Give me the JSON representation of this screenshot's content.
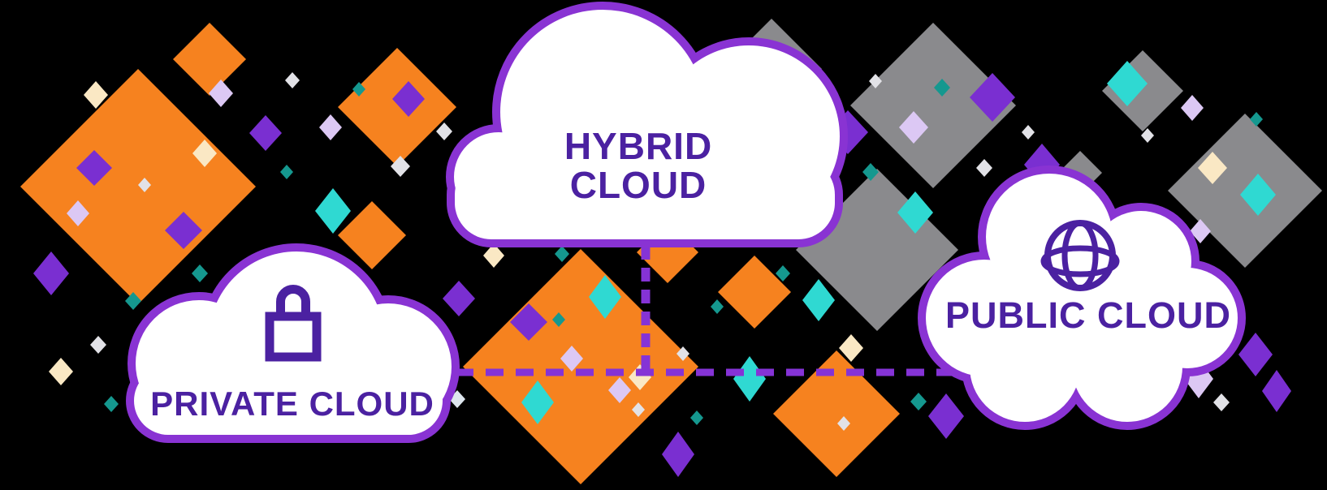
{
  "diagram": {
    "hybrid": {
      "label_line1": "HYBRID",
      "label_line2": "CLOUD"
    },
    "private": {
      "label": "PRIVATE CLOUD",
      "icon": "lock-icon"
    },
    "public": {
      "label": "PUBLIC CLOUD",
      "icon": "globe-icon"
    }
  },
  "colors": {
    "background": "#000000",
    "border_purple": "#8933D3",
    "dash_purple": "#8533D6",
    "text_purple": "#4B21A1",
    "orange": "#F6821F",
    "purple": "#7A2FD1",
    "turquoise": "#2FD9D2",
    "teal": "#15988F",
    "gray": "#8A8A8D",
    "lightgray": "#E2E2E7",
    "lavender": "#DCC8F4",
    "cream": "#FAE8C4",
    "palecyan": "#D7F4F1",
    "palelavender": "#E9DFF8",
    "faintwhite": "#F8F5FF",
    "faintwarm": "#FDFAF3",
    "paleblue": "#DEE6EE"
  },
  "diamonds": {
    "background": [
      [
        950,
        85,
        62,
        62,
        "gray"
      ],
      [
        1149,
        130,
        102,
        102,
        "gray"
      ],
      [
        1080,
        308,
        100,
        100,
        "gray"
      ],
      [
        1407,
        112,
        50,
        50,
        "gray"
      ],
      [
        1533,
        235,
        95,
        95,
        "gray"
      ],
      [
        1330,
        213,
        27,
        27,
        "gray"
      ],
      [
        170,
        230,
        145,
        145,
        "orange"
      ],
      [
        258,
        73,
        45,
        45,
        "orange"
      ],
      [
        489,
        132,
        73,
        73,
        "orange"
      ],
      [
        458,
        290,
        42,
        42,
        "orange"
      ],
      [
        715,
        452,
        145,
        145,
        "orange"
      ],
      [
        822,
        311,
        38,
        38,
        "orange"
      ],
      [
        929,
        360,
        45,
        45,
        "orange"
      ],
      [
        1030,
        510,
        78,
        78,
        "orange"
      ],
      [
        116,
        207,
        22,
        22,
        "purple"
      ],
      [
        226,
        284,
        23,
        23,
        "purple"
      ],
      [
        96,
        263,
        14,
        16,
        "lavender"
      ],
      [
        178,
        228,
        8,
        9,
        "lightgray"
      ],
      [
        252,
        189,
        15,
        17,
        "cream"
      ],
      [
        118,
        117,
        15,
        17,
        "cream"
      ],
      [
        63,
        337,
        22,
        27,
        "purple"
      ],
      [
        164,
        371,
        10,
        11,
        "teal"
      ],
      [
        246,
        337,
        10,
        11,
        "teal"
      ],
      [
        121,
        425,
        10,
        11,
        "lightgray"
      ],
      [
        75,
        458,
        15,
        17,
        "cream"
      ],
      [
        137,
        498,
        9,
        10,
        "teal"
      ],
      [
        272,
        115,
        15,
        17,
        "lavender"
      ],
      [
        360,
        99,
        9,
        10,
        "lightgray"
      ],
      [
        327,
        164,
        20,
        22,
        "purple"
      ],
      [
        407,
        157,
        14,
        16,
        "lavender"
      ],
      [
        442,
        110,
        8,
        9,
        "teal"
      ],
      [
        353,
        212,
        8,
        9,
        "teal"
      ],
      [
        410,
        260,
        22,
        28,
        "turquoise"
      ],
      [
        547,
        162,
        10,
        11,
        "lightgray"
      ],
      [
        493,
        205,
        12,
        13,
        "lightgray"
      ],
      [
        503,
        122,
        20,
        22,
        "purple"
      ],
      [
        565,
        368,
        20,
        22,
        "purple"
      ],
      [
        608,
        315,
        13,
        15,
        "cream"
      ],
      [
        692,
        313,
        9,
        10,
        "teal"
      ],
      [
        563,
        492,
        10,
        11,
        "paleblue"
      ],
      [
        745,
        366,
        20,
        27,
        "turquoise"
      ],
      [
        651,
        397,
        23,
        23,
        "purple"
      ],
      [
        688,
        394,
        8,
        9,
        "teal"
      ],
      [
        704,
        442,
        14,
        16,
        "lavender"
      ],
      [
        662,
        496,
        20,
        27,
        "turquoise"
      ],
      [
        763,
        481,
        14,
        16,
        "lavender"
      ],
      [
        788,
        465,
        14,
        16,
        "cream"
      ],
      [
        786,
        505,
        8,
        9,
        "lightgray"
      ],
      [
        841,
        436,
        8,
        9,
        "lightgray"
      ],
      [
        835,
        560,
        20,
        28,
        "purple"
      ],
      [
        883,
        378,
        8,
        9,
        "teal"
      ],
      [
        964,
        337,
        9,
        10,
        "teal"
      ],
      [
        1008,
        370,
        20,
        26,
        "turquoise"
      ],
      [
        858,
        515,
        8,
        9,
        "teal"
      ],
      [
        923,
        467,
        20,
        28,
        "turquoise"
      ],
      [
        989,
        115,
        14,
        16,
        "lavender"
      ],
      [
        1078,
        100,
        8,
        9,
        "lightgray"
      ],
      [
        1160,
        108,
        10,
        11,
        "teal"
      ],
      [
        1125,
        157,
        18,
        20,
        "lavender"
      ],
      [
        1222,
        120,
        28,
        30,
        "purple"
      ],
      [
        1212,
        207,
        10,
        11,
        "lightgray"
      ],
      [
        1072,
        212,
        10,
        11,
        "teal"
      ],
      [
        1127,
        262,
        22,
        26,
        "turquoise"
      ],
      [
        1044,
        163,
        25,
        27,
        "purple"
      ],
      [
        1048,
        429,
        15,
        17,
        "cream"
      ],
      [
        1039,
        522,
        8,
        9,
        "lightgray"
      ],
      [
        1388,
        103,
        25,
        28,
        "turquoise"
      ],
      [
        1468,
        133,
        14,
        16,
        "lavender"
      ],
      [
        1547,
        147,
        8,
        9,
        "teal"
      ],
      [
        1266,
        163,
        8,
        9,
        "lightgray"
      ],
      [
        1413,
        167,
        8,
        9,
        "lightgray"
      ],
      [
        1283,
        203,
        22,
        26,
        "purple"
      ],
      [
        1493,
        207,
        18,
        20,
        "cream"
      ],
      [
        1549,
        240,
        22,
        26,
        "turquoise"
      ],
      [
        1478,
        285,
        13,
        15,
        "lavender"
      ],
      [
        1131,
        495,
        10,
        11,
        "teal"
      ],
      [
        1165,
        513,
        22,
        28,
        "purple"
      ],
      [
        1476,
        467,
        18,
        24,
        "lavender"
      ],
      [
        1504,
        496,
        10,
        11,
        "lightgray"
      ],
      [
        1546,
        437,
        21,
        27,
        "purple"
      ],
      [
        1572,
        482,
        18,
        26,
        "purple"
      ]
    ],
    "inside_hybrid": [
      [
        760,
        175,
        80,
        90,
        "faintwhite",
        0.5
      ],
      [
        900,
        230,
        60,
        70,
        "faintwarm",
        0.5
      ],
      [
        670,
        107,
        20,
        24,
        "palecyan",
        0.9
      ],
      [
        747,
        138,
        13,
        15,
        "palelavender",
        0.9
      ],
      [
        832,
        203,
        16,
        18,
        "cream",
        0.55
      ],
      [
        827,
        267,
        16,
        20,
        "palecyan",
        0.8
      ],
      [
        702,
        285,
        12,
        14,
        "palelavender",
        0.7
      ],
      [
        569,
        170,
        14,
        16,
        "palelavender",
        0.6
      ],
      [
        970,
        192,
        18,
        20,
        "cream",
        0.5
      ],
      [
        825,
        145,
        8,
        9,
        "palecyan",
        0.9
      ]
    ],
    "inside_private": [
      [
        300,
        420,
        70,
        80,
        "faintwarm",
        0.55
      ],
      [
        288,
        365,
        22,
        25,
        "palecyan",
        0.9
      ],
      [
        203,
        452,
        23,
        26,
        "palecyan",
        0.9
      ],
      [
        447,
        455,
        20,
        24,
        "palelavender",
        0.8
      ],
      [
        350,
        468,
        28,
        30,
        "cream",
        0.4
      ]
    ],
    "inside_public": [
      [
        1240,
        420,
        55,
        65,
        "faintwhite",
        0.5
      ],
      [
        1462,
        353,
        36,
        40,
        "palecyan",
        0.85
      ],
      [
        1282,
        352,
        18,
        22,
        "palelavender",
        0.85
      ],
      [
        1373,
        480,
        26,
        30,
        "palecyan",
        0.7
      ],
      [
        1422,
        430,
        13,
        15,
        "palelavender",
        0.6
      ],
      [
        1330,
        338,
        15,
        17,
        "cream",
        0.5
      ],
      [
        1478,
        287,
        13,
        15,
        "palelavender",
        0.7
      ],
      [
        1303,
        218,
        10,
        12,
        "palecyan",
        0.85
      ],
      [
        1418,
        250,
        10,
        12,
        "palelavender",
        0.5
      ]
    ]
  }
}
